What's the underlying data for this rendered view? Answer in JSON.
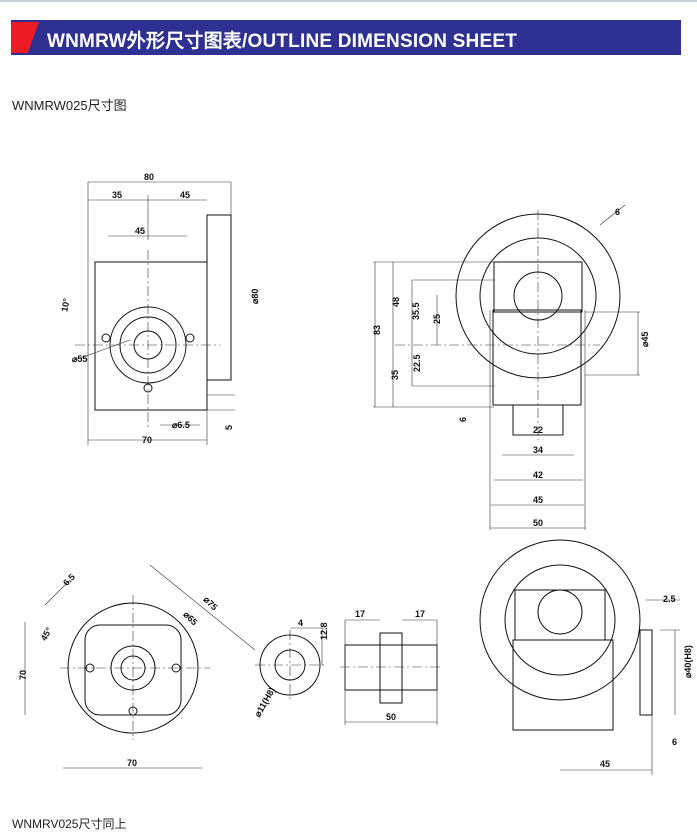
{
  "header": {
    "title": "WNMRW外形尺寸图表/OUTLINE DIMENSION SHEET",
    "accent": "#ed1c24",
    "background": "#2e3192"
  },
  "subtitle": "WNMRW025尺寸图",
  "footer": "WNMRV025尺寸同上",
  "front_view": {
    "d80": "80",
    "d35": "35",
    "d45a": "45",
    "d45b": "45",
    "angle": "10°",
    "dia55": "⌀55",
    "dia80": "⌀80",
    "dia6_5": "⌀6.5",
    "d70": "70",
    "d5": "5"
  },
  "side_view": {
    "d6top": "6",
    "d48": "48",
    "d83": "83",
    "d35_5": "35.5",
    "d25": "25",
    "d22_5": "22.5",
    "d35": "35",
    "d6": "6",
    "dia45": "⌀45",
    "d22": "22",
    "d34": "34",
    "d42": "42",
    "d45": "45",
    "d50": "50"
  },
  "flange_view": {
    "d6_5": "6.5",
    "angle": "45°",
    "dia75": "⌀75",
    "dia65": "⌀65",
    "d70v": "70",
    "d70h": "70"
  },
  "bore_view": {
    "d4": "4",
    "d12_8": "12.8",
    "dia11": "⌀11(H8)"
  },
  "shaft_view": {
    "d17a": "17",
    "d17b": "17",
    "d50": "50"
  },
  "iso_view": {
    "d2_5": "2.5",
    "dia40": "⌀40(H8)",
    "d6": "6",
    "d45": "45"
  }
}
